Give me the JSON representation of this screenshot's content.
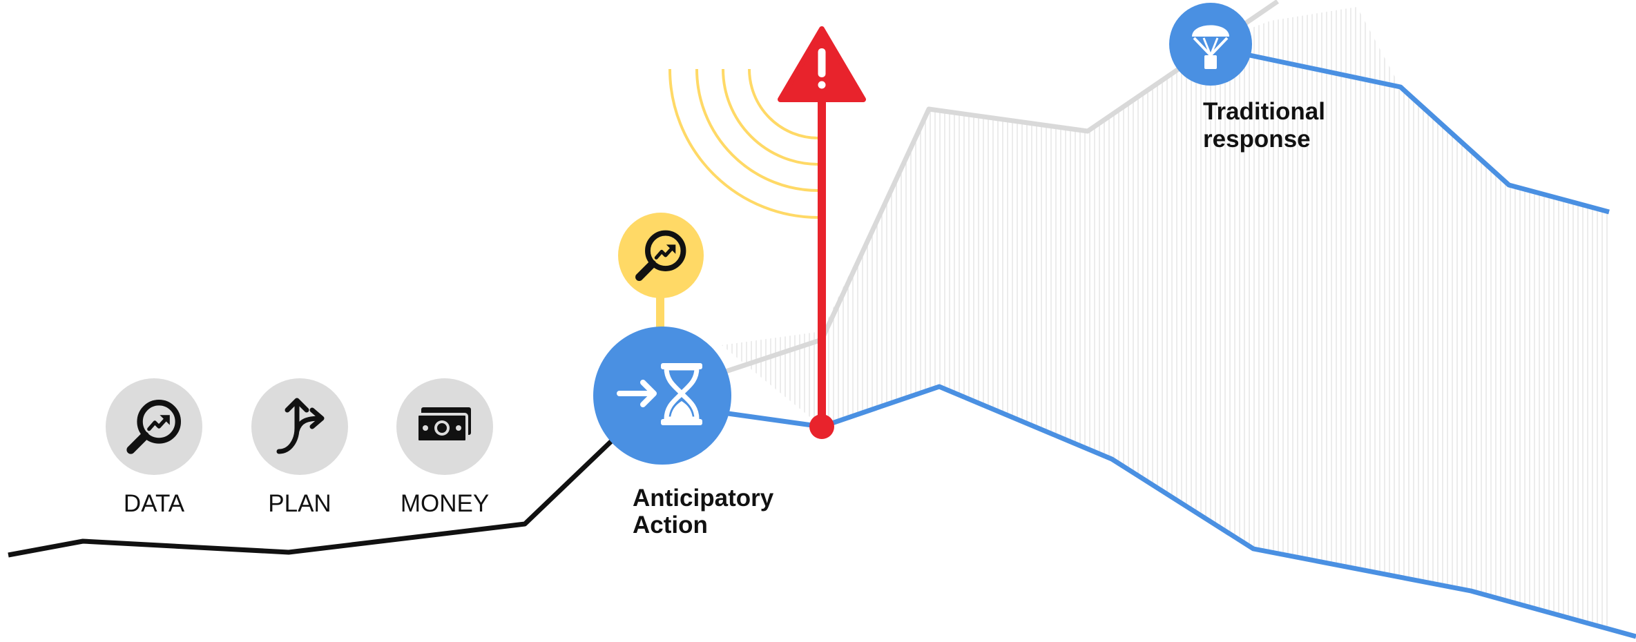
{
  "pillars": [
    {
      "label": "DATA",
      "icon": "magnifier-trend-icon"
    },
    {
      "label": "PLAN",
      "icon": "branching-arrow-icon"
    },
    {
      "label": "MONEY",
      "icon": "banknotes-icon"
    }
  ],
  "anticipatory": {
    "line1": "Anticipatory",
    "line2": "Action",
    "icon": "arrow-hourglass-icon"
  },
  "traditional": {
    "line1": "Traditional",
    "line2": "response",
    "icon": "parachute-aid-icon"
  },
  "forecast": {
    "icon": "magnifier-trend-icon"
  },
  "warning": {
    "icon": "warning-triangle-icon"
  },
  "signal": {
    "icon": "signal-waves-icon"
  },
  "colors": {
    "baseline": "#111111",
    "anticipatory": "#4a90e2",
    "traditional": "#d9d9d9",
    "alert": "#e8232c",
    "forecast": "#ffd966",
    "pillar_circle": "#dcdcdc",
    "hatch": "#e6e6e6"
  }
}
